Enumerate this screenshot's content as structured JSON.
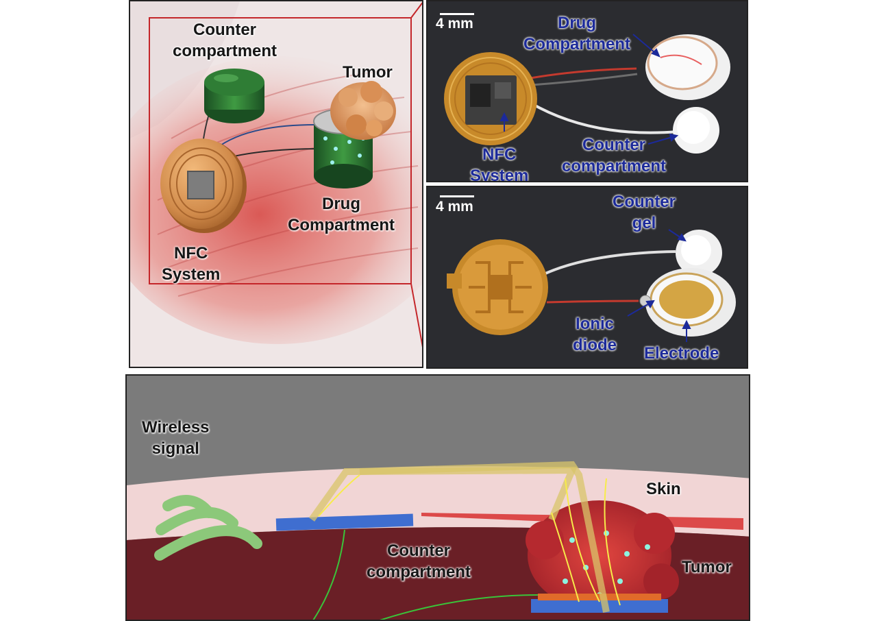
{
  "panel_a": {
    "labels": {
      "counter": "Counter compartment",
      "tumor": "Tumor",
      "drug": "Drug Compartment",
      "nfc": "NFC System"
    }
  },
  "panel_b": {
    "scale": "4 mm",
    "labels": {
      "drug": "Drug Compartment",
      "nfc": "NFC System",
      "counter": "Counter compartment"
    }
  },
  "panel_c": {
    "scale": "4 mm",
    "labels": {
      "counter_gel": "Counter gel",
      "ionic_diode": "Ionic diode",
      "electrode": "Electrode"
    }
  },
  "panel_d": {
    "labels": {
      "wireless": "Wireless signal",
      "skin": "Skin",
      "counter": "Counter compartment",
      "tumor": "Tumor"
    }
  },
  "colors": {
    "label_blue": "#1c2a9a",
    "muscle_red": "#d9524e",
    "electrode_gold": "#d89a3a",
    "skin_pink": "#f2d6d6",
    "tissue_dark_red": "#6a1f26",
    "drug_green": "#1f6b2c",
    "signal_green": "#8cc87a"
  }
}
